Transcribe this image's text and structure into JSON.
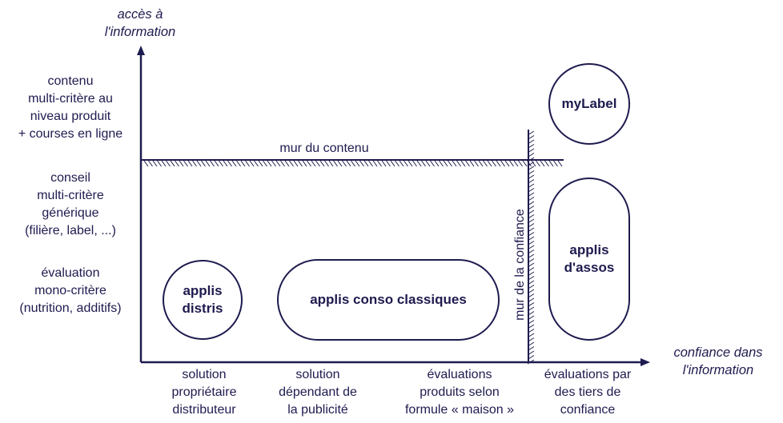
{
  "axes": {
    "y_title_line1": "accès à",
    "y_title_line2": "l'information",
    "x_title_line1": "confiance dans",
    "x_title_line2": "l'information"
  },
  "y_levels": [
    {
      "lines": [
        "contenu",
        "multi-critère au",
        "niveau produit",
        "+ courses en ligne"
      ]
    },
    {
      "lines": [
        "conseil",
        "multi-critère",
        "générique",
        "(filière, label, ...)"
      ]
    },
    {
      "lines": [
        "évaluation",
        "mono-critère",
        "(nutrition, additifs)"
      ]
    }
  ],
  "x_levels": [
    {
      "lines": [
        "solution",
        "propriétaire",
        "distributeur"
      ]
    },
    {
      "lines": [
        "solution",
        "dépendant de",
        "la publicité"
      ]
    },
    {
      "lines": [
        "évaluations",
        "produits selon",
        "formule « maison »"
      ]
    },
    {
      "lines": [
        "évaluations par",
        "des tiers de",
        "confiance"
      ]
    }
  ],
  "walls": {
    "content_wall": "mur du contenu",
    "trust_wall": "mur de la confiance"
  },
  "bubbles": {
    "distris": [
      "applis",
      "distris"
    ],
    "conso": [
      "applis conso classiques"
    ],
    "assos": [
      "applis",
      "d'assos"
    ],
    "mylabel": [
      "myLabel"
    ]
  },
  "colors": {
    "ink": "#1e1b4f",
    "background": "#ffffff"
  }
}
